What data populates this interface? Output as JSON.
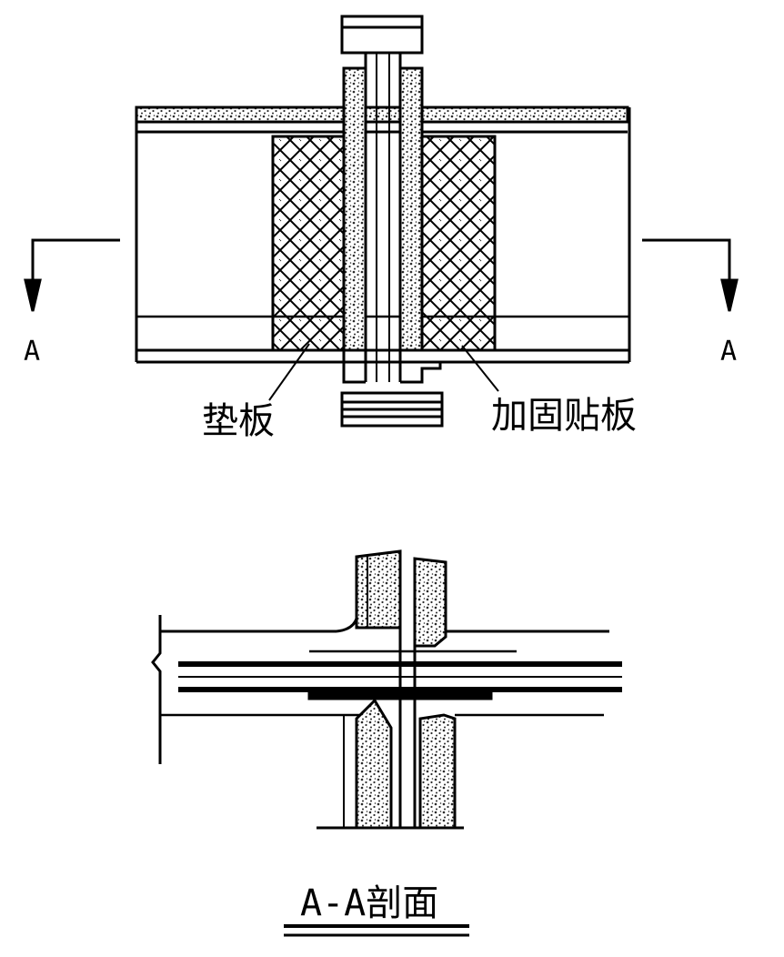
{
  "plan_view": {
    "label_pad": "垫板",
    "label_reinforce": "加固贴板",
    "cut_mark_left": "A",
    "cut_mark_right": "A"
  },
  "section_view": {
    "title": "A-A剖面"
  },
  "colors": {
    "ink": "#000000",
    "paper": "#ffffff",
    "fill_dots": "#2b2b2b"
  }
}
